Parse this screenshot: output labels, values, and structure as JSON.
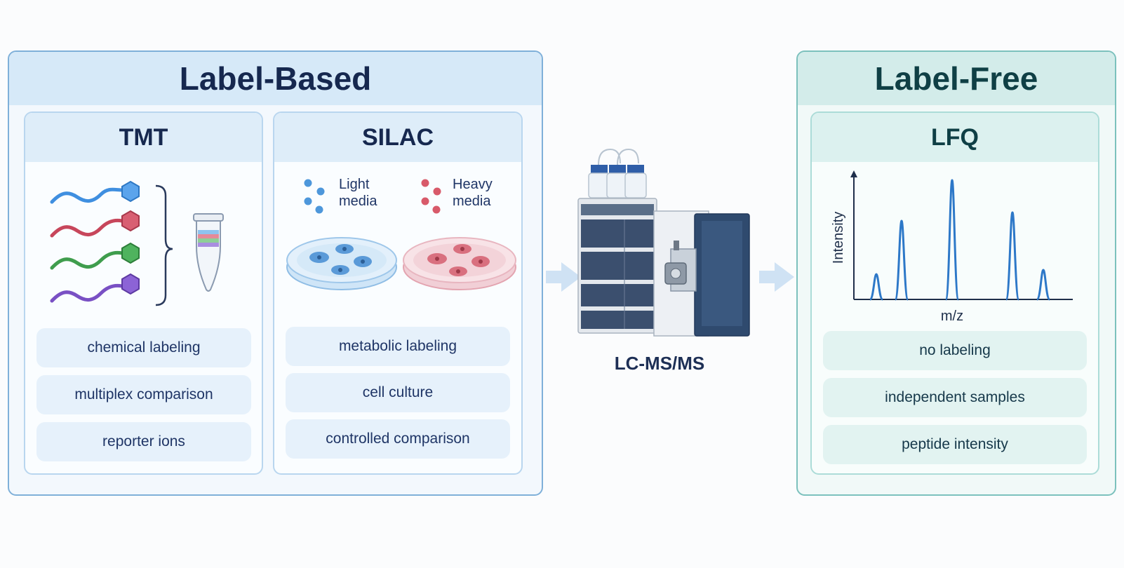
{
  "label_based": {
    "title": "Label-Based",
    "tmt": {
      "title": "TMT",
      "items": [
        "chemical labeling",
        "multiplex comparison",
        "reporter ions"
      ]
    },
    "silac": {
      "title": "SILAC",
      "light_legend": [
        "Light",
        "media"
      ],
      "heavy_legend": [
        "Heavy",
        "media"
      ],
      "items": [
        "metabolic labeling",
        "cell culture",
        "controlled comparison"
      ]
    }
  },
  "instrument": {
    "label": "LC-MS/MS"
  },
  "label_free": {
    "title": "Label-Free",
    "lfq": {
      "title": "LFQ",
      "ylabel": "Intensity",
      "xlabel": "m/z",
      "items": [
        "no labeling",
        "independent samples",
        "peptide intensity"
      ]
    }
  },
  "colors": {
    "label_based_accent": "#7fb0d9",
    "label_free_accent": "#7cc1bd",
    "light_media": "#4d97db",
    "heavy_media": "#d85a6a",
    "peak_line": "#2d78c8",
    "tag_colors": [
      "#3f8fe0",
      "#c7465b",
      "#3f9d4d",
      "#7950c4"
    ]
  }
}
